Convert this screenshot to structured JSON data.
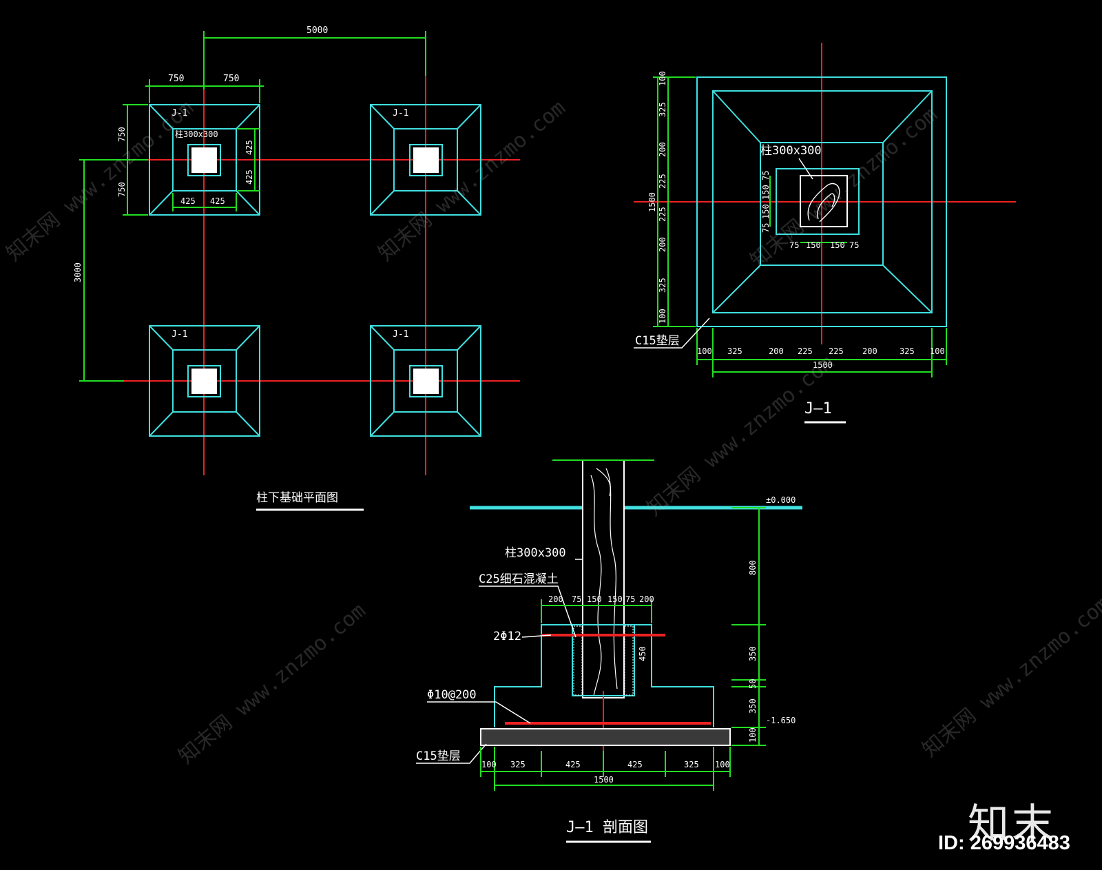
{
  "plan": {
    "title": "柱下基础平面图",
    "dim_top_span": "5000",
    "dim_top_left": "750",
    "dim_top_right": "750",
    "dim_left_top": "750",
    "dim_left_bottom": "750",
    "dim_left_span": "3000",
    "dim_inner_right_top": "425",
    "dim_inner_right_bottom": "425",
    "dim_inner_bottom_left": "425",
    "dim_inner_bottom_right": "425",
    "footing_labels": [
      "J-1",
      "J-1",
      "J-1",
      "J-1"
    ],
    "column_tag": "柱300x300"
  },
  "j1": {
    "title": "J—1",
    "column_label": "柱300x300",
    "c15_label": "C15垫层",
    "overall_h": "1500",
    "overall_w": "1500",
    "left_dims": [
      "100",
      "325",
      "200",
      "225",
      "225",
      "200",
      "325",
      "100"
    ],
    "bottom_dims": [
      "100",
      "325",
      "200",
      "225",
      "225",
      "200",
      "325",
      "100"
    ],
    "inner_v": [
      "75",
      "150",
      "150",
      "75"
    ],
    "inner_h": [
      "75",
      "150",
      "150",
      "75"
    ]
  },
  "section": {
    "title": "J—1 剖面图",
    "elev_top": "±0.000",
    "elev_bottom": "-1.650",
    "column_label": "柱300x300",
    "c25_label": "C25细石混凝土",
    "rebar_top": "2Φ12",
    "rebar_bottom": "Φ10@200",
    "c15_label": "C15垫层",
    "top_dims": [
      "200",
      "75",
      "150",
      "150",
      "75",
      "200"
    ],
    "right_dims": [
      "800",
      "350",
      "50",
      "350",
      "100"
    ],
    "pocket_depth": "450",
    "bottom_dims": [
      "100",
      "325",
      "425",
      "425",
      "325",
      "100"
    ],
    "bottom_total": "1500"
  },
  "watermark": [
    "知末网 www.znzmo.com"
  ],
  "brand": {
    "logo": "知末",
    "id": "ID: 269936483"
  },
  "colors": {
    "background": "#000000",
    "cyan": "#40e0e0",
    "green": "#22dd22",
    "red": "#ee2222",
    "white": "#ffffff"
  }
}
